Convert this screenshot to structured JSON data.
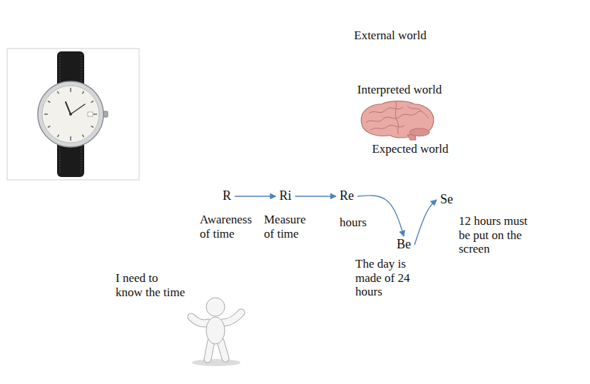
{
  "diagram": {
    "nodes": [
      {
        "text": [
          "External world"
        ]
      },
      {
        "text": [
          "Interpreted world"
        ],
        "in": 0
      },
      {
        "text": [
          "Expected world"
        ],
        "in": 1
      },
      {
        "text": [
          "R",
          "Awareness of time"
        ],
        "in": 0
      },
      {
        "text": [
          "Ri",
          "Measure of time"
        ],
        "in": 1
      },
      {
        "text": [
          "Re",
          "hours"
        ],
        "in": 2
      },
      {
        "text": [
          "Be",
          "The day is made of 24 hours"
        ],
        "in": 2
      },
      {
        "text": [
          "Se",
          "12 hours must be put on the screen"
        ],
        "in": 2
      }
    ],
    "edges": [
      {
        "from": 3,
        "to": 4,
        "arrow": "to"
      },
      {
        "from": 4,
        "to": 5,
        "arrow": "to"
      },
      {
        "from": 5,
        "to": 6,
        "arrow": "to"
      },
      {
        "from": 6,
        "to": 7,
        "arrow": "to"
      }
    ],
    "labels": [
      "I need to know the time"
    ]
  }
}
